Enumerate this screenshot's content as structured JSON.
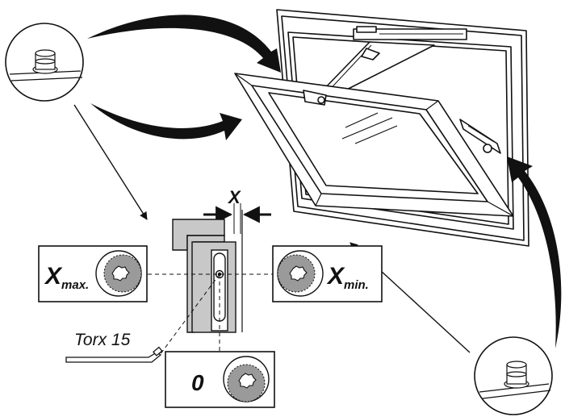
{
  "labels": {
    "gap": "X",
    "x_max_main": "X",
    "x_max_sub": "max.",
    "x_min_main": "X",
    "x_min_sub": "min.",
    "zero": "0",
    "tool": "Torx 15"
  },
  "colors": {
    "line": "#111111",
    "cam_fill": "#9a9a9a",
    "frame_fill": "#c8c8c8",
    "background": "#ffffff"
  },
  "icons": [
    "eccentric-cam-icon",
    "torx-key-icon",
    "window-icon",
    "curved-arrow-icon"
  ]
}
